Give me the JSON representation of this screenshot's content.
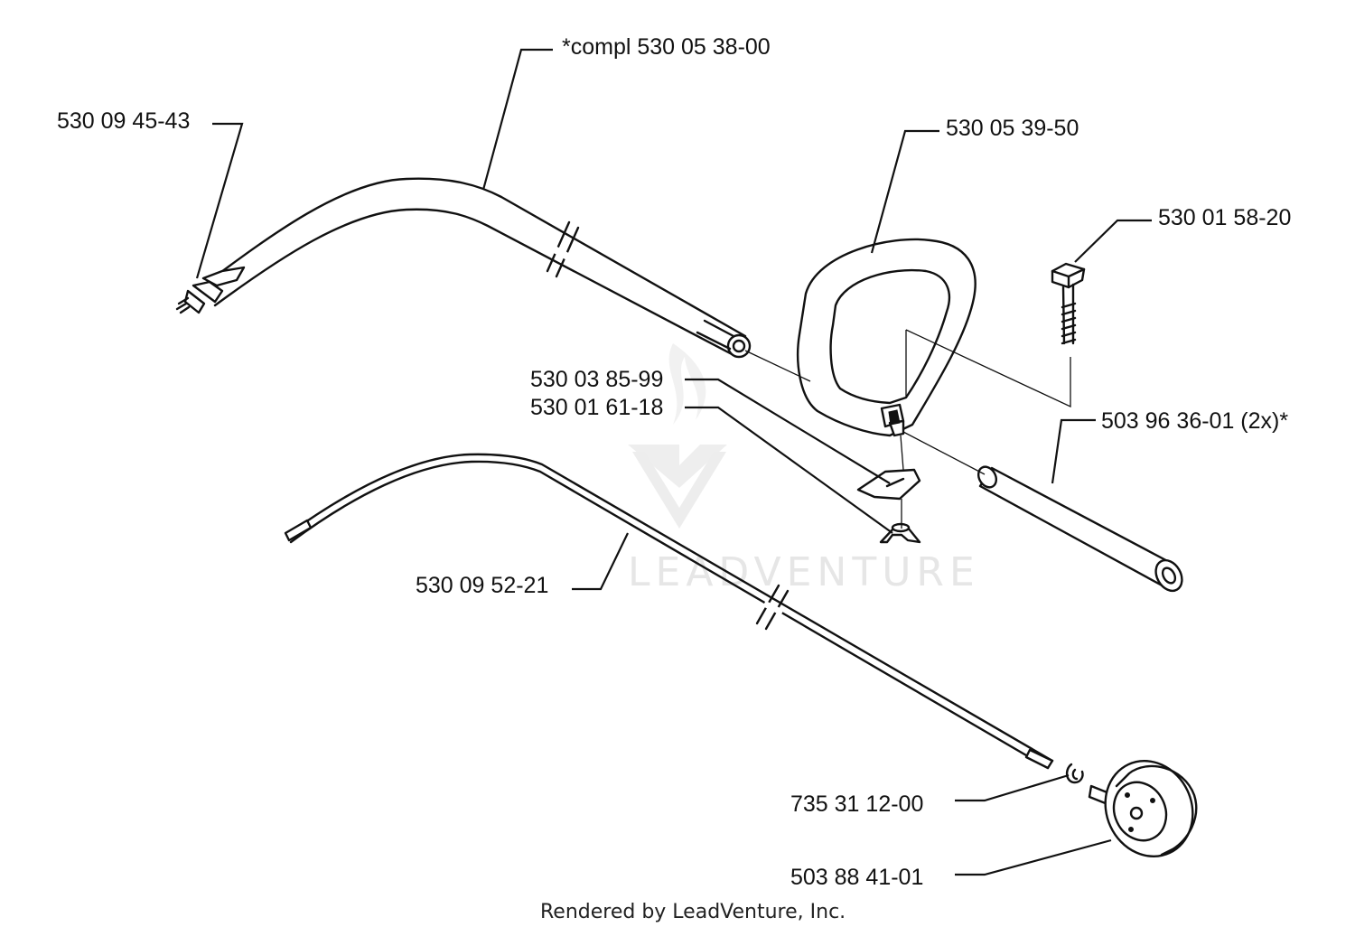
{
  "labels": {
    "drive_tube_assembly": "*compl 530 05 38-00",
    "tube_end_fitting": "530 09 45-43",
    "loop_handle": "530 05 39-50",
    "handle_screw": "530 01 58-20",
    "handle_clamp": "530 03 85-99",
    "wing_nut": "530 01 61-18",
    "handle_grip_tube": "503 96 36-01 (2x)*",
    "drive_shaft": "530 09 52-21",
    "circlip": "735 31 12-00",
    "clutch_drum": "503 88 41-01"
  },
  "footer": "Rendered by LeadVenture, Inc.",
  "watermark": "LEADVENTURE",
  "colors": {
    "line": "#111111",
    "background": "#ffffff",
    "watermark": "#e6e6e6"
  }
}
